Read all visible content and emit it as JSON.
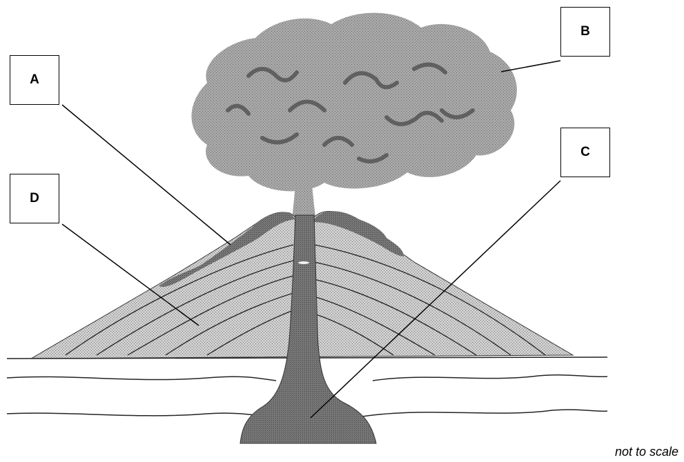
{
  "labels": {
    "a": "A",
    "b": "B",
    "c": "C",
    "d": "D"
  },
  "caption": "not to scale",
  "colors": {
    "magma": "#6e6e6e",
    "cone": "#b9b9b9",
    "cloud": "#9a9a9a",
    "cloud_dark": "#5f5f5f",
    "ink": "#000000"
  }
}
